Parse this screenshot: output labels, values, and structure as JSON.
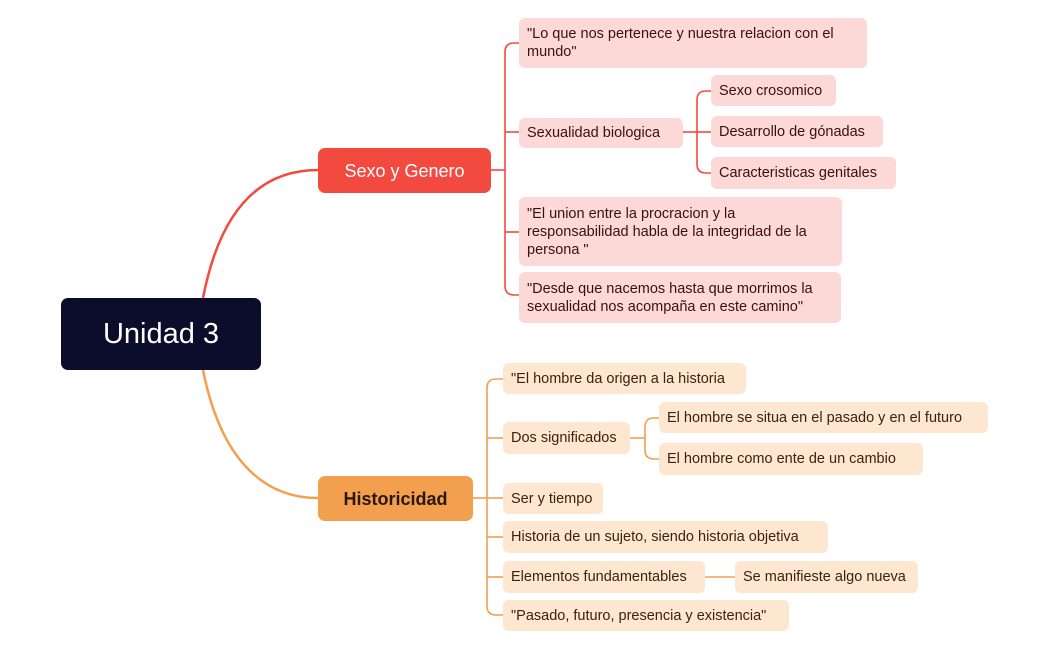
{
  "root": {
    "label": "Unidad 3"
  },
  "branches": {
    "sexo": {
      "label": "Sexo y Genero",
      "color": "#f24a3f",
      "items": [
        "\"Lo que nos pertenece y nuestra relacion con el mundo\"",
        "Sexualidad biologica",
        "\"El union entre la procracion y la responsabilidad habla de la integridad de la persona \"",
        "\"Desde que nacemos hasta que morrimos la sexualidad nos acompaña en este camino\""
      ],
      "biologica_children": [
        "Sexo crosomico",
        "Desarrollo de gónadas",
        "Caracteristicas genitales"
      ]
    },
    "historicidad": {
      "label": "Historicidad",
      "color": "#f2a04e",
      "items": [
        "\"El hombre da origen a la historia",
        "Dos significados",
        "Ser y tiempo",
        "Historia de un sujeto, siendo historia objetiva",
        "Elementos fundamentables",
        "\"Pasado, futuro, presencia y existencia\""
      ],
      "significados_children": [
        "El hombre se situa en el pasado y en el futuro",
        "El hombre como ente de un cambio"
      ],
      "elementos_children": [
        "Se manifieste algo nueva"
      ]
    }
  }
}
